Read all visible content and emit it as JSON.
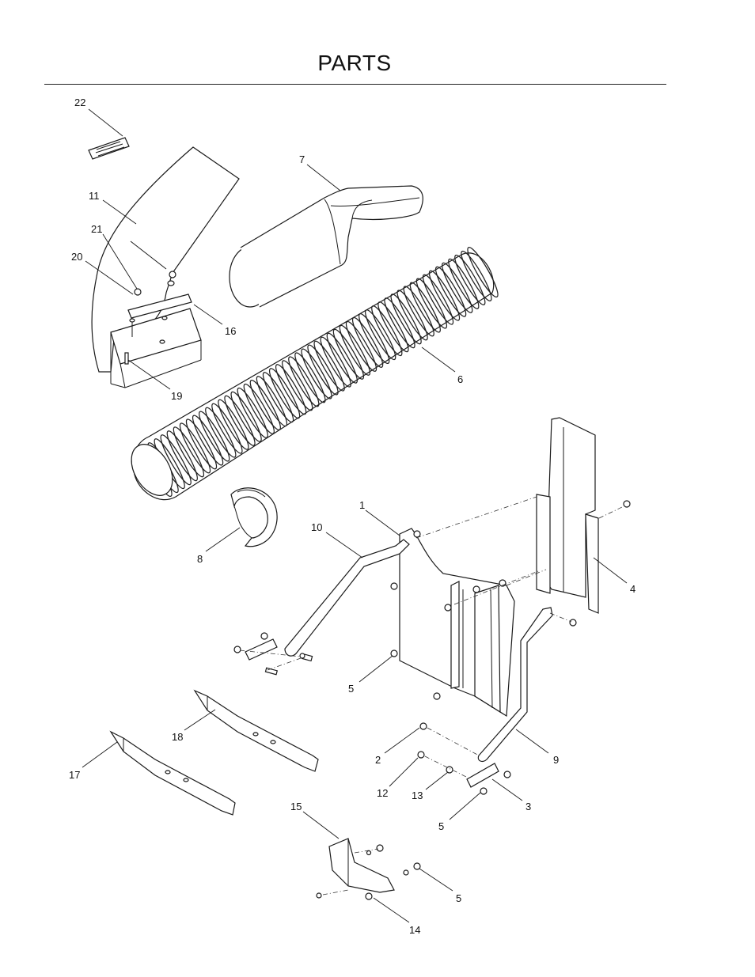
{
  "page": {
    "title": "PARTS"
  },
  "callouts": [
    {
      "id": "c22",
      "label": "22"
    },
    {
      "id": "c7",
      "label": "7"
    },
    {
      "id": "c11",
      "label": "11"
    },
    {
      "id": "c21",
      "label": "21"
    },
    {
      "id": "c20",
      "label": "20"
    },
    {
      "id": "c16",
      "label": "16"
    },
    {
      "id": "c6",
      "label": "6"
    },
    {
      "id": "c19",
      "label": "19"
    },
    {
      "id": "c1",
      "label": "1"
    },
    {
      "id": "c10",
      "label": "10"
    },
    {
      "id": "c8",
      "label": "8"
    },
    {
      "id": "c4",
      "label": "4"
    },
    {
      "id": "c5a",
      "label": "5"
    },
    {
      "id": "c18",
      "label": "18"
    },
    {
      "id": "c17",
      "label": "17"
    },
    {
      "id": "c2",
      "label": "2"
    },
    {
      "id": "c9",
      "label": "9"
    },
    {
      "id": "c12",
      "label": "12"
    },
    {
      "id": "c13",
      "label": "13"
    },
    {
      "id": "c3",
      "label": "3"
    },
    {
      "id": "c15",
      "label": "15"
    },
    {
      "id": "c5b",
      "label": "5"
    },
    {
      "id": "c5c",
      "label": "5"
    },
    {
      "id": "c14",
      "label": "14"
    }
  ]
}
